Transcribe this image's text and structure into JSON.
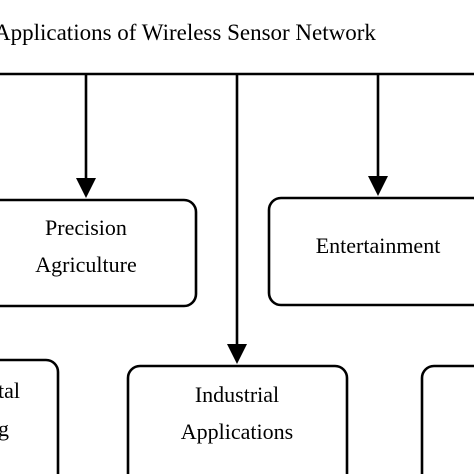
{
  "diagram": {
    "root": {
      "label": "Applications of Wireless Sensor Network"
    },
    "nodes": {
      "precision_agriculture": {
        "line1": "Precision",
        "line2": "Agriculture"
      },
      "entertainment": {
        "line1": "Entertainment"
      },
      "environmental_monitoring": {
        "line1": "tal",
        "line2": "g"
      },
      "industrial_applications": {
        "line1": "Industrial",
        "line2": "Applications"
      },
      "right_partial": {
        "line1": ""
      }
    },
    "edges": [
      {
        "from": "root",
        "to": "precision_agriculture"
      },
      {
        "from": "root",
        "to": "industrial_applications"
      },
      {
        "from": "root",
        "to": "entertainment"
      }
    ]
  }
}
